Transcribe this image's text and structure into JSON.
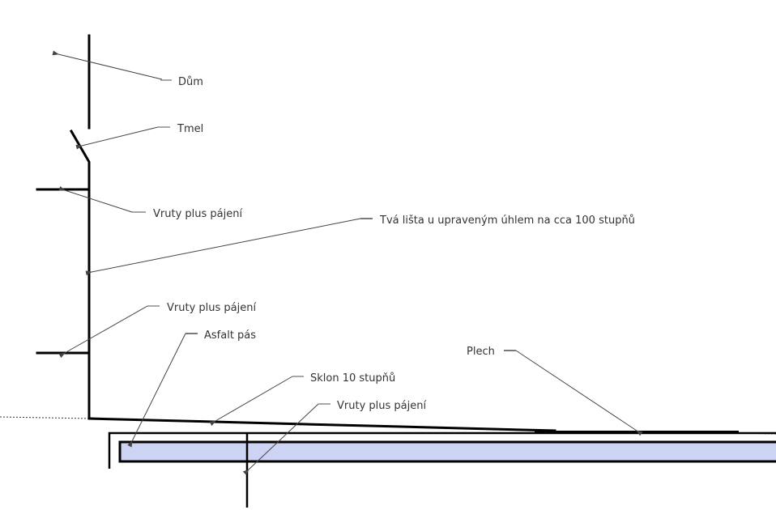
{
  "diagram": {
    "title": "Roof flashing detail sketch",
    "colors": {
      "line": "#000000",
      "label_text": "#333333",
      "leader": "#444444",
      "board_fill": "#cdd3f2"
    },
    "labels": {
      "house": "Dům",
      "sealant": "Tmel",
      "screws_upper": "Vruty plus pájení",
      "strip": "Tvá lišta u upraveným úhlem na cca 100 stupňů",
      "screws_lower": "Vruty plus pájení",
      "asphalt": "Asfalt pás",
      "sheet_metal": "Plech",
      "slope": "Sklon 10 stupňů",
      "screws_bottom": "Vruty plus pájení"
    }
  }
}
